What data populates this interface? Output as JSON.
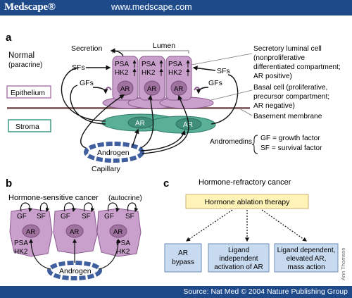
{
  "header": {
    "brand": "Medscape®",
    "url": "www.medscape.com"
  },
  "footer": {
    "source": "Source: Nat Med © 2004 Nature Publishing Group"
  },
  "panel_a": {
    "letter": "a",
    "title": "Normal",
    "subtitle": "(paracrine)",
    "lumen": "Lumen",
    "secretion": "Secretion",
    "sfs": "SFs",
    "gfs": "GFs",
    "epithelium": "Epithelium",
    "stroma": "Stroma",
    "capillary": "Capillary",
    "androgen": "Androgen",
    "ar": "AR",
    "psa": "PSA",
    "hk2": "HK2",
    "secretory": [
      "Secretory luminal cell",
      "(nonproliferative",
      "differentiated compartment;",
      "AR positive)"
    ],
    "basal": [
      "Basal cell (proliferative,",
      "precursor compartment;",
      "AR negative)"
    ],
    "basement": "Basement membrane",
    "andromedins": "Andromedins",
    "gf_def": "GF = growth factor",
    "sf_def": "SF = survival factor"
  },
  "panel_b": {
    "letter": "b",
    "title": "Hormone-sensitive cancer",
    "subtitle": "(autocrine)",
    "gf": "GF",
    "sf": "SF",
    "ar": "AR",
    "psa": "PSA",
    "hk2": "HK2",
    "androgen": "Androgen"
  },
  "panel_c": {
    "letter": "c",
    "title": "Hormone-refractory cancer",
    "therapy": "Hormone ablation therapy",
    "boxes": [
      [
        "AR",
        "bypass"
      ],
      [
        "Ligand",
        "independent",
        "activation of AR"
      ],
      [
        "Ligand dependent,",
        "elevated AR,",
        "mass action"
      ]
    ],
    "artist": "Ann Thomson"
  },
  "colors": {
    "banner": "#1e4a8a",
    "cell_fill": "#c9a0cc",
    "cell_stroke": "#8a5a8e",
    "nucleus": "#a0729f",
    "stroma": "#5aaf97",
    "membrane": "#8a6a6a",
    "capillary": "#3f5f9f",
    "therapy_box": "#fff3b8",
    "outcome_box": "#c8daf0"
  }
}
